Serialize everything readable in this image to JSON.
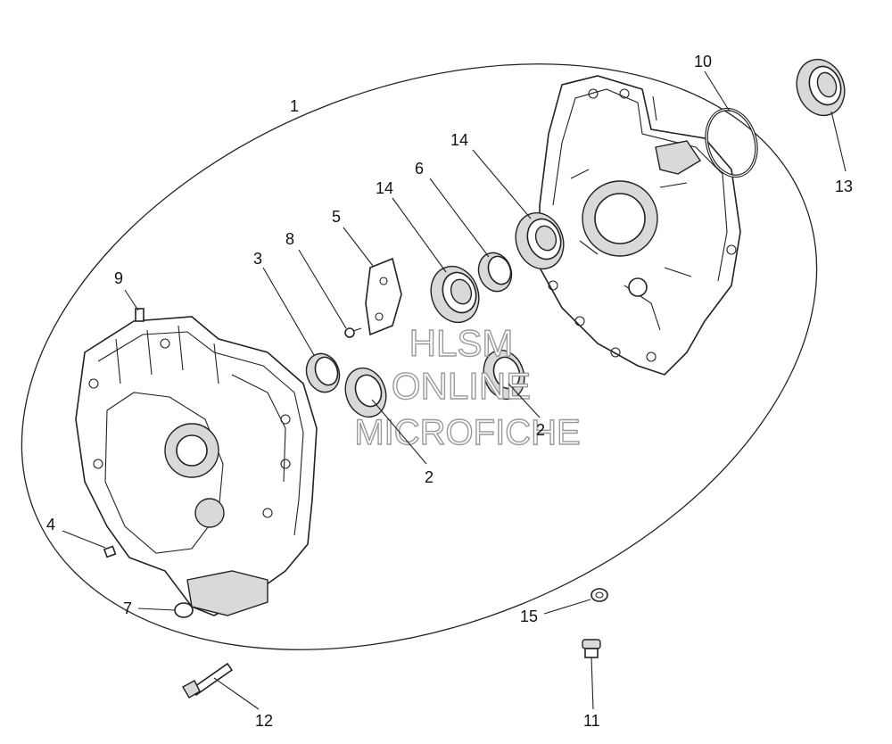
{
  "labels": {
    "l1": "1",
    "l2a": "2",
    "l2b": "2",
    "l3": "3",
    "l4": "4",
    "l5": "5",
    "l6": "6",
    "l7": "7",
    "l8": "8",
    "l9": "9",
    "l10": "10",
    "l11": "11",
    "l12": "12",
    "l13": "13",
    "l14a": "14",
    "l14b": "14",
    "l15": "15"
  },
  "watermark": {
    "line1": "HLSM",
    "line2": "ONLINE",
    "line3": "MICROFICHE"
  }
}
